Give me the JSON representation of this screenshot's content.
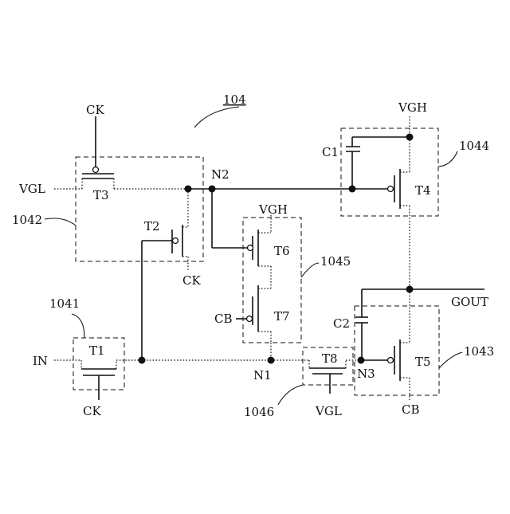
{
  "figure": {
    "ref_main": "104",
    "boxes": {
      "b1041": "1041",
      "b1042": "1042",
      "b1043": "1043",
      "b1044": "1044",
      "b1045": "1045",
      "b1046": "1046"
    },
    "transistors": {
      "T1": "T1",
      "T2": "T2",
      "T3": "T3",
      "T4": "T4",
      "T5": "T5",
      "T6": "T6",
      "T7": "T7",
      "T8": "T8"
    },
    "capacitors": {
      "C1": "C1",
      "C2": "C2"
    },
    "nodes": {
      "N1": "N1",
      "N2": "N2",
      "N3": "N3"
    },
    "signals": {
      "ck_top": "CK",
      "ck_t2": "CK",
      "ck_t1": "CK",
      "vgl_left": "VGL",
      "vgl_t8": "VGL",
      "vgh_top": "VGH",
      "vgh_t6": "VGH",
      "cb_t7": "CB",
      "cb_bottom": "CB",
      "in": "IN",
      "gout": "GOUT"
    }
  }
}
